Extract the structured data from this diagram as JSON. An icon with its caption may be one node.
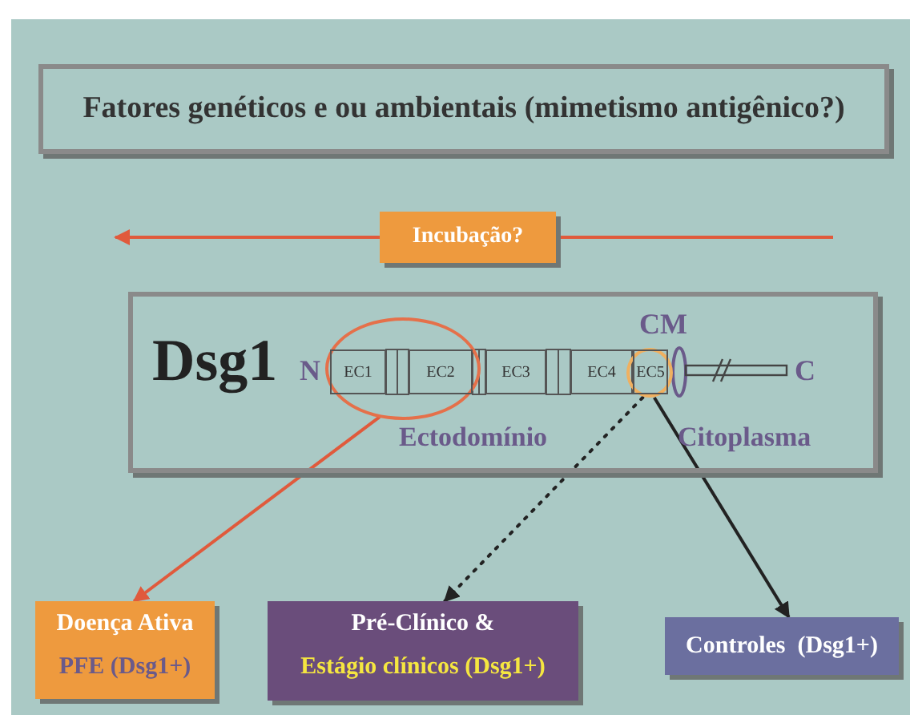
{
  "diagram": {
    "nodes": [
      {
        "text": [
          "Fatores genéticos e ou ambientais (mimetismo antigênico?)"
        ]
      },
      {
        "text": [
          "Incubação?"
        ]
      },
      {
        "text": [
          "Dsg1"
        ]
      },
      {
        "text": [
          "EC1"
        ],
        "in": 8
      },
      {
        "text": [
          "EC2"
        ],
        "in": 8
      },
      {
        "text": [
          "EC3"
        ],
        "in": 2
      },
      {
        "text": [
          "EC4"
        ],
        "in": 2
      },
      {
        "text": [
          "EC5"
        ],
        "in": 9
      },
      {
        "text": [],
        "shape": "circle",
        "in": 2
      },
      {
        "text": [],
        "shape": "circle",
        "in": 2
      },
      {
        "text": [
          "Doença Ativa",
          "PFE (Dsg1+)"
        ]
      },
      {
        "text": [
          "Pré-Clínico &",
          "Estágio clínicos (Dsg1+)"
        ]
      },
      {
        "text": [
          "Controles  (Dsg1+)"
        ]
      }
    ],
    "edges": [
      {
        "from": 1,
        "to": null,
        "arrow": "to",
        "color": "#e05a3c"
      },
      {
        "from": null,
        "to": 1,
        "arrow": "none",
        "color": "#e05a3c"
      },
      {
        "from": 8,
        "to": 10,
        "arrow": "to",
        "color": "#e05a3c"
      },
      {
        "from": 9,
        "to": 11,
        "arrow": "to",
        "style": "dashed",
        "color": "#222222"
      },
      {
        "from": 9,
        "to": 12,
        "arrow": "to",
        "color": "#222222"
      }
    ],
    "labels": [
      "N",
      "CM",
      "C",
      "Ectodomínio",
      "Citoplasma"
    ]
  }
}
